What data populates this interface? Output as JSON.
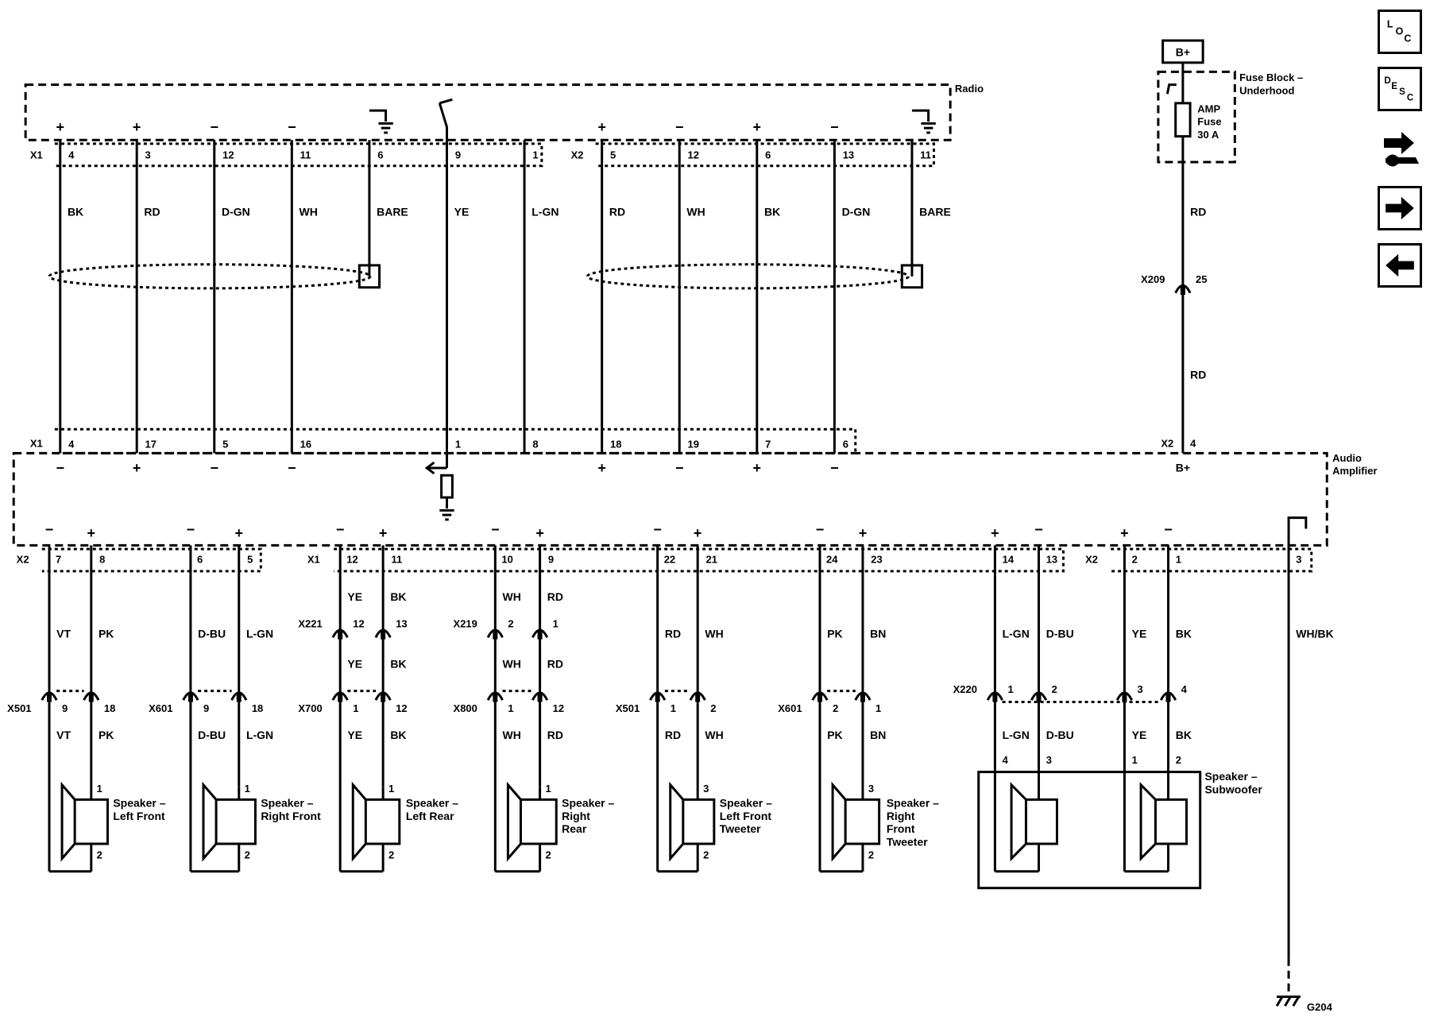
{
  "modules": {
    "radio": "Radio",
    "amplifier": "Audio Amplifier",
    "fuse_block": "Fuse Block – Underhood",
    "battery": "B+",
    "fuse": "AMP Fuse 30 A",
    "amp_b_plus": "B+",
    "ground": "G204"
  },
  "radio_x1": {
    "connector": "X1",
    "pins": [
      {
        "pol": "+",
        "pin": "4",
        "color": "BK",
        "amp_pin": "4",
        "amp_pol": "−"
      },
      {
        "pol": "+",
        "pin": "3",
        "color": "RD",
        "amp_pin": "17",
        "amp_pol": "+"
      },
      {
        "pol": "−",
        "pin": "12",
        "color": "D-GN",
        "amp_pin": "5",
        "amp_pol": "−"
      },
      {
        "pol": "−",
        "pin": "11",
        "color": "WH",
        "amp_pin": "16",
        "amp_pol": "−"
      },
      {
        "pol": "",
        "pin": "6",
        "color": "BARE",
        "amp_pin": "",
        "amp_pol": ""
      },
      {
        "pol": "",
        "pin": "9",
        "color": "YE",
        "amp_pin": "1",
        "amp_pol": ""
      },
      {
        "pol": "",
        "pin": "1",
        "color": "L-GN",
        "amp_pin": "8",
        "amp_pol": ""
      }
    ]
  },
  "radio_x2": {
    "connector": "X2",
    "pins": [
      {
        "pol": "+",
        "pin": "5",
        "color": "RD",
        "amp_pin": "18",
        "amp_pol": "+"
      },
      {
        "pol": "−",
        "pin": "12",
        "color": "WH",
        "amp_pin": "19",
        "amp_pol": "−"
      },
      {
        "pol": "+",
        "pin": "6",
        "color": "BK",
        "amp_pin": "7",
        "amp_pol": "+"
      },
      {
        "pol": "−",
        "pin": "13",
        "color": "D-GN",
        "amp_pin": "6",
        "amp_pol": "−"
      },
      {
        "pol": "",
        "pin": "11",
        "color": "BARE",
        "amp_pin": "",
        "amp_pol": ""
      }
    ]
  },
  "amp_input_connector": "X1",
  "power_feed": {
    "wire_upper": "RD",
    "inline_connector": "X209",
    "inline_pin": "25",
    "wire_lower": "RD",
    "amp_connector": "X2",
    "amp_pin": "4"
  },
  "outputs": [
    {
      "conn": "X2",
      "minus": {
        "pin": "7",
        "color": "VT"
      },
      "plus": {
        "pin": "8",
        "color": "PK"
      },
      "inline": null,
      "speaker_conn": "X501",
      "sp_minus_pin": "9",
      "sp_plus_pin": "18",
      "sp_minus_color": "VT",
      "sp_plus_color": "PK",
      "term_top": "1",
      "term_bottom": "2",
      "speaker_label": [
        "Speaker –",
        "Left Front"
      ]
    },
    {
      "conn": "",
      "minus": {
        "pin": "6",
        "color": "D-BU"
      },
      "plus": {
        "pin": "5",
        "color": "L-GN"
      },
      "inline": null,
      "speaker_conn": "X601",
      "sp_minus_pin": "9",
      "sp_plus_pin": "18",
      "sp_minus_color": "D-BU",
      "sp_plus_color": "L-GN",
      "term_top": "1",
      "term_bottom": "2",
      "speaker_label": [
        "Speaker –",
        "Right Front"
      ]
    },
    {
      "conn": "X1",
      "minus": {
        "pin": "12",
        "color": "YE"
      },
      "plus": {
        "pin": "11",
        "color": "BK"
      },
      "inline": {
        "conn": "X221",
        "minus_pin": "12",
        "plus_pin": "13",
        "minus_color": "YE",
        "plus_color": "BK"
      },
      "speaker_conn": "X700",
      "sp_minus_pin": "1",
      "sp_plus_pin": "12",
      "sp_minus_color": "YE",
      "sp_plus_color": "BK",
      "term_top": "1",
      "term_bottom": "2",
      "speaker_label": [
        "Speaker –",
        "Left Rear"
      ]
    },
    {
      "conn": "",
      "minus": {
        "pin": "10",
        "color": "WH"
      },
      "plus": {
        "pin": "9",
        "color": "RD"
      },
      "inline": {
        "conn": "X219",
        "minus_pin": "2",
        "plus_pin": "1",
        "minus_color": "WH",
        "plus_color": "RD"
      },
      "speaker_conn": "X800",
      "sp_minus_pin": "1",
      "sp_plus_pin": "12",
      "sp_minus_color": "WH",
      "sp_plus_color": "RD",
      "term_top": "1",
      "term_bottom": "2",
      "speaker_label": [
        "Speaker –",
        "Right",
        "Rear"
      ]
    },
    {
      "conn": "",
      "minus": {
        "pin": "22",
        "color": "RD"
      },
      "plus": {
        "pin": "21",
        "color": "WH"
      },
      "inline": null,
      "speaker_conn": "X501",
      "sp_minus_pin": "1",
      "sp_plus_pin": "2",
      "sp_minus_color": "RD",
      "sp_plus_color": "WH",
      "term_top": "3",
      "term_bottom": "2",
      "speaker_label": [
        "Speaker –",
        "Left Front",
        "Tweeter"
      ]
    },
    {
      "conn": "",
      "minus": {
        "pin": "24",
        "color": "PK"
      },
      "plus": {
        "pin": "23",
        "color": "BN"
      },
      "inline": null,
      "speaker_conn": "X601",
      "sp_minus_pin": "2",
      "sp_plus_pin": "1",
      "sp_minus_color": "PK",
      "sp_plus_color": "BN",
      "term_top": "3",
      "term_bottom": "2",
      "speaker_label": [
        "Speaker –",
        "Right",
        "Front",
        "Tweeter"
      ]
    }
  ],
  "subwoofer": {
    "wires": [
      {
        "pol": "+",
        "pin": "14",
        "color": "L-GN",
        "x220_pin": "1",
        "color2": "L-GN",
        "term": "4"
      },
      {
        "pol": "−",
        "pin": "13",
        "color": "D-BU",
        "x220_pin": "2",
        "color2": "D-BU",
        "term": "3"
      },
      {
        "pol": "+",
        "pin": "2",
        "color": "YE",
        "x220_pin": "3",
        "color2": "YE",
        "term": "1"
      },
      {
        "pol": "−",
        "pin": "1",
        "color": "BK",
        "x220_pin": "4",
        "color2": "BK",
        "term": "2"
      }
    ],
    "conn_x2": "X2",
    "inline_conn": "X220",
    "label": [
      "Speaker –",
      "Subwoofer"
    ]
  },
  "ground_wire": {
    "pin": "3",
    "color": "WH/BK"
  },
  "nav": {
    "loc": [
      "L",
      "O",
      "C"
    ],
    "desc": [
      "D",
      "E",
      "S",
      "C"
    ]
  }
}
